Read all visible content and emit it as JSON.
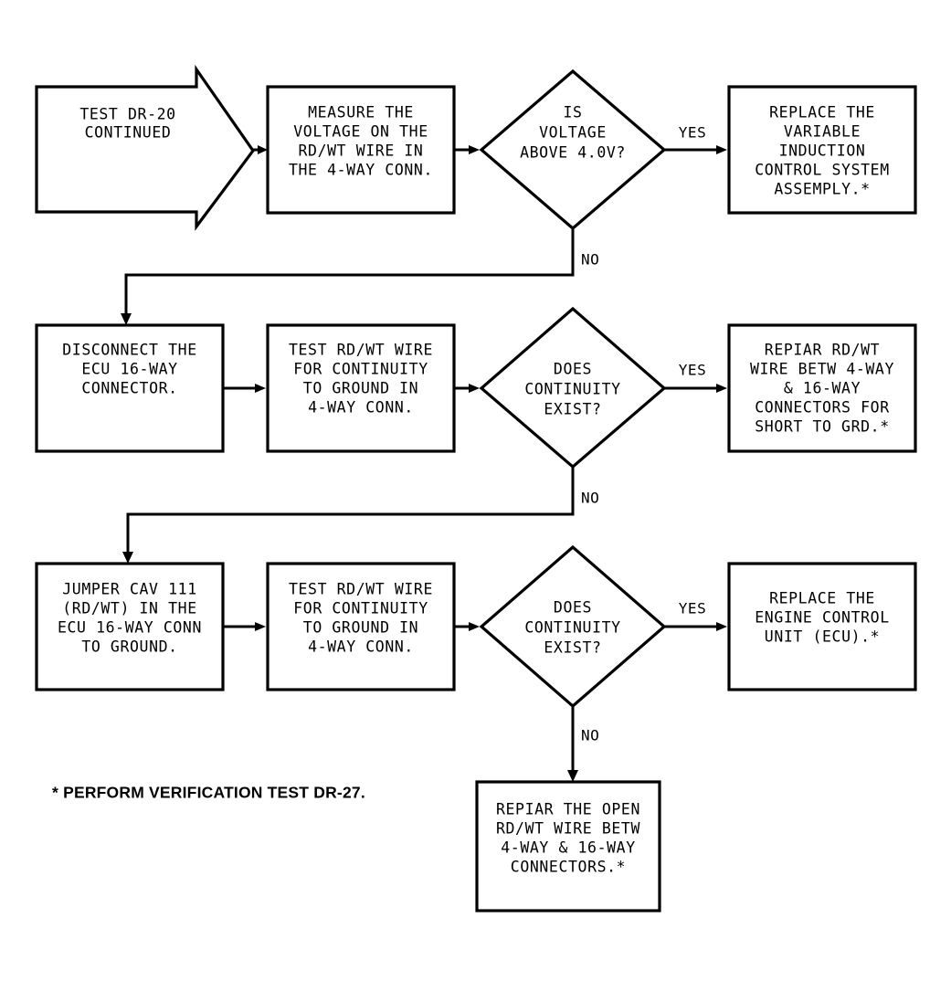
{
  "diagram": {
    "title": "TEST DR-20 CONTINUED diagnostic flowchart",
    "footnote": "* PERFORM VERIFICATION TEST DR-27.",
    "colors": {
      "stroke": "#000000",
      "fill": "#ffffff",
      "background": "#ffffff"
    },
    "nodes": [
      {
        "id": "start",
        "shape": "arrow-block",
        "lines": [
          "TEST DR-20",
          "CONTINUED"
        ],
        "align": "left"
      },
      {
        "id": "p1",
        "shape": "process",
        "lines": [
          "MEASURE THE",
          "VOLTAGE ON THE",
          "RD/WT WIRE IN",
          "THE 4-WAY CONN."
        ]
      },
      {
        "id": "d1",
        "shape": "decision",
        "lines": [
          "IS",
          "VOLTAGE",
          "ABOVE 4.0V?"
        ]
      },
      {
        "id": "r1",
        "shape": "process",
        "lines": [
          "REPLACE THE",
          "VARIABLE",
          "INDUCTION",
          "CONTROL SYSTEM",
          "ASSEMPLY.*"
        ]
      },
      {
        "id": "p2",
        "shape": "process",
        "lines": [
          "DISCONNECT THE",
          "ECU 16-WAY",
          "CONNECTOR."
        ]
      },
      {
        "id": "p3",
        "shape": "process",
        "lines": [
          "TEST RD/WT WIRE",
          "FOR CONTINUITY",
          "TO GROUND IN",
          "4-WAY CONN."
        ]
      },
      {
        "id": "d2",
        "shape": "decision",
        "lines": [
          "DOES",
          "CONTINUITY",
          "EXIST?"
        ]
      },
      {
        "id": "r2",
        "shape": "process",
        "lines": [
          "REPIAR RD/WT",
          "WIRE BETW 4-WAY",
          "& 16-WAY",
          "CONNECTORS FOR",
          "SHORT TO GRD.*"
        ]
      },
      {
        "id": "p4",
        "shape": "process",
        "lines": [
          "JUMPER CAV 111",
          "(RD/WT) IN THE",
          "ECU 16-WAY CONN",
          "TO GROUND."
        ]
      },
      {
        "id": "p5",
        "shape": "process",
        "lines": [
          "TEST RD/WT WIRE",
          "FOR CONTINUITY",
          "TO GROUND IN",
          "4-WAY CONN."
        ]
      },
      {
        "id": "d3",
        "shape": "decision",
        "lines": [
          "DOES",
          "CONTINUITY",
          "EXIST?"
        ]
      },
      {
        "id": "r3",
        "shape": "process",
        "lines": [
          "REPLACE THE",
          "ENGINE CONTROL",
          "UNIT (ECU).*"
        ]
      },
      {
        "id": "r4",
        "shape": "process",
        "lines": [
          "REPIAR THE OPEN",
          "RD/WT WIRE BETW",
          "4-WAY & 16-WAY",
          "CONNECTORS.*"
        ]
      }
    ],
    "edge_labels": {
      "yes1": "YES",
      "no1": "NO",
      "yes2": "YES",
      "no2": "NO",
      "yes3": "YES",
      "no3": "NO"
    }
  }
}
